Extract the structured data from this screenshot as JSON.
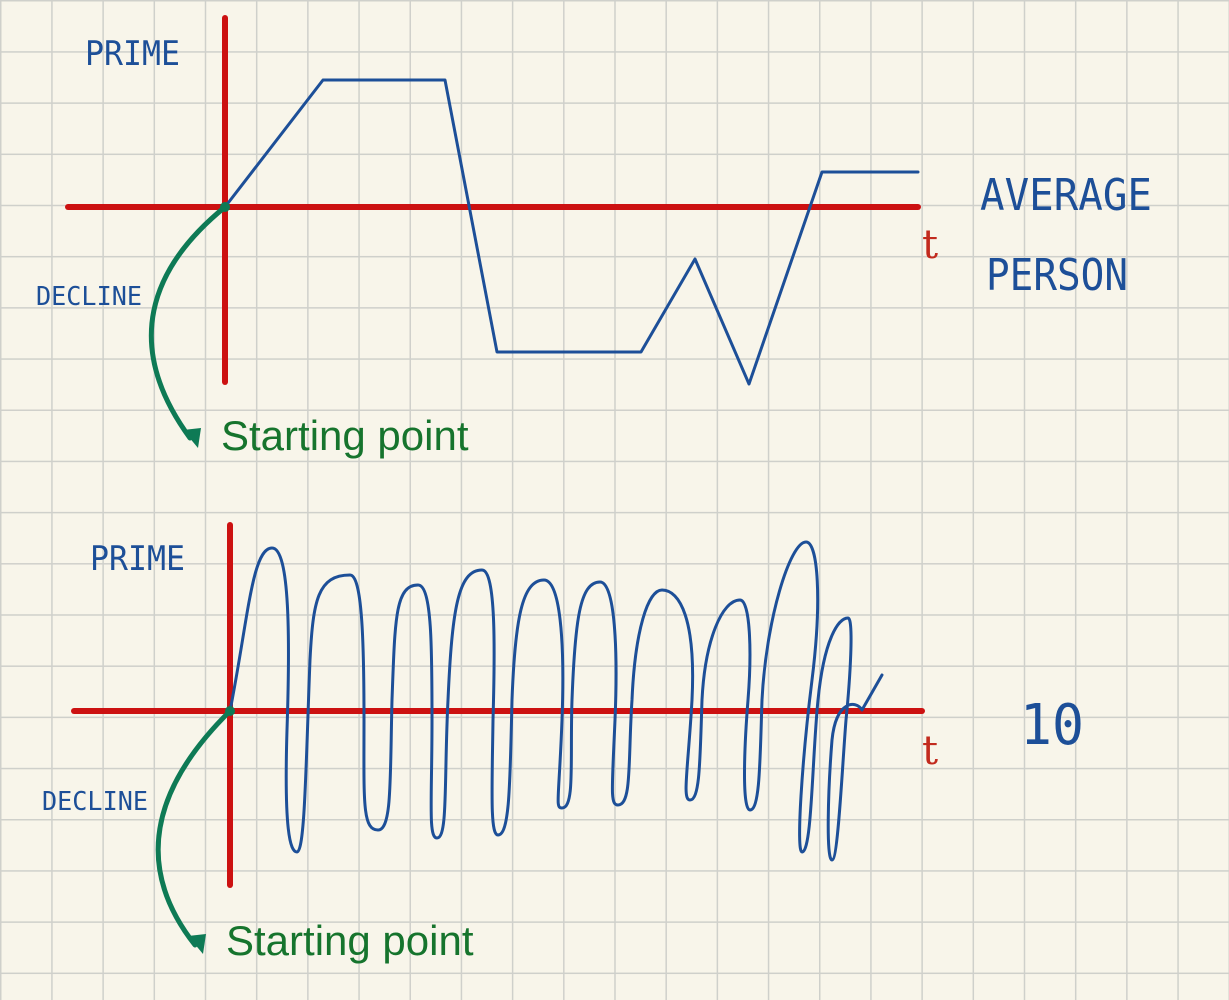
{
  "colors": {
    "axis": "#cc1111",
    "line": "#1d4f98",
    "arrow": "#0e7a55",
    "label_green": "#16742d",
    "label_blue": "#1d4f98",
    "background": "#f8f5ea",
    "grid": "#cfd0cb"
  },
  "diagrams": [
    {
      "id": "top",
      "y_top_label": "PRIME",
      "y_bottom_label": "DECLINE",
      "x_axis_label": "t",
      "right_label_lines": [
        "AVERAGE",
        "PERSON"
      ],
      "start_label": "Starting point"
    },
    {
      "id": "bottom",
      "y_top_label": "PRIME",
      "y_bottom_label": "DECLINE",
      "x_axis_label": "t",
      "right_label_lines": [
        "10"
      ],
      "start_label": "Starting point"
    }
  ]
}
